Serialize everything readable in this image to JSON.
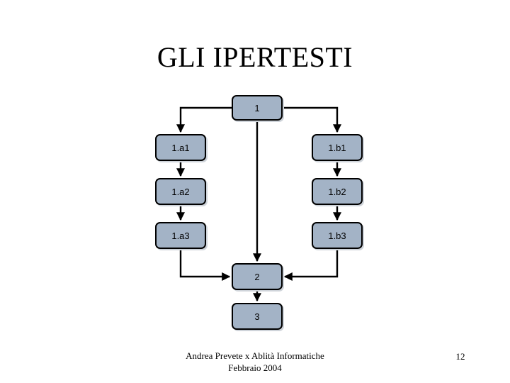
{
  "slide": {
    "title": "GLI IPERTESTI",
    "page_number": "12",
    "background_color": "#ffffff",
    "title_color": "#000000"
  },
  "diagram": {
    "type": "flowchart",
    "node_fill_color": "#a3b3c6",
    "node_border_color": "#000000",
    "connector_color": "#000000",
    "nodes": [
      {
        "id": "1",
        "label": "1"
      },
      {
        "id": "1a1",
        "label": "1.a1"
      },
      {
        "id": "1a2",
        "label": "1.a2"
      },
      {
        "id": "1a3",
        "label": "1.a3"
      },
      {
        "id": "1b1",
        "label": "1.b1"
      },
      {
        "id": "1b2",
        "label": "1.b2"
      },
      {
        "id": "1b3",
        "label": "1.b3"
      },
      {
        "id": "2",
        "label": "2"
      },
      {
        "id": "3",
        "label": "3"
      }
    ],
    "edges": [
      {
        "from": "1",
        "to": "1a1"
      },
      {
        "from": "1",
        "to": "1b1"
      },
      {
        "from": "1",
        "to": "2"
      },
      {
        "from": "1a1",
        "to": "1a2"
      },
      {
        "from": "1a2",
        "to": "1a3"
      },
      {
        "from": "1a3",
        "to": "2"
      },
      {
        "from": "1b1",
        "to": "1b2"
      },
      {
        "from": "1b2",
        "to": "1b3"
      },
      {
        "from": "1b3",
        "to": "2"
      },
      {
        "from": "2",
        "to": "3"
      }
    ]
  },
  "footer": {
    "line1": "Andrea Prevete x Ablità Informatiche",
    "line2": "Febbraio 2004"
  }
}
